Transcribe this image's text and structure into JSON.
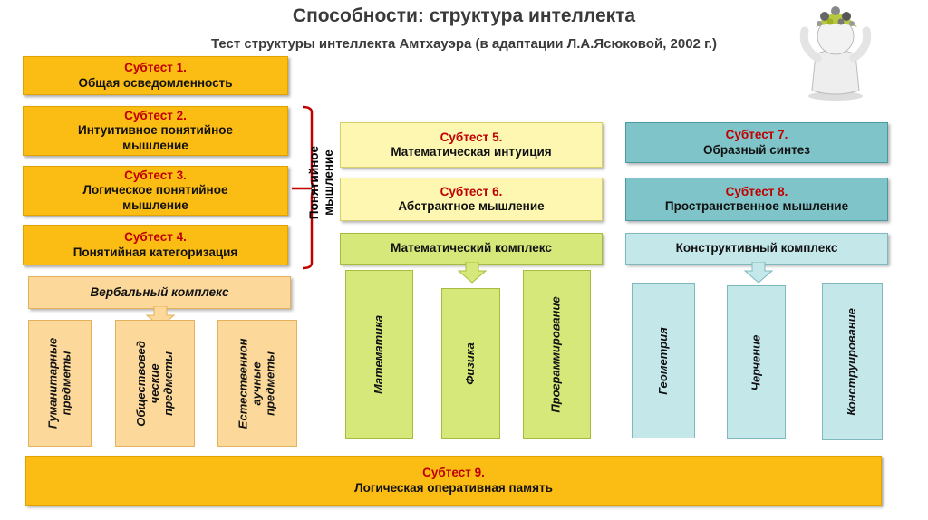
{
  "title": "Способности: структура интеллекта",
  "subtitle": "Тест структуры интеллекта Амтхауэра (в адаптации Л.А.Ясюковой, 2002 г.)",
  "subtests": {
    "s1": {
      "title": "Субтест 1.",
      "desc": "Общая осведомленность"
    },
    "s2": {
      "title": "Субтест 2.",
      "desc1": "Интуитивное понятийное",
      "desc2": "мышление"
    },
    "s3": {
      "title": "Субтест 3.",
      "desc1": "Логическое понятийное",
      "desc2": "мышление"
    },
    "s4": {
      "title": "Субтест 4.",
      "desc": "Понятийная категоризация"
    },
    "s5": {
      "title": "Субтест 5.",
      "desc": "Математическая интуиция"
    },
    "s6": {
      "title": "Субтест 6.",
      "desc": "Абстрактное мышление"
    },
    "s7": {
      "title": "Субтест 7.",
      "desc": "Образный синтез"
    },
    "s8": {
      "title": "Субтест 8.",
      "desc": "Пространственное мышление"
    },
    "s9": {
      "title": "Субтест 9.",
      "desc": "Логическая оперативная память"
    }
  },
  "bracket_label": {
    "line1": "Понятийное",
    "line2": "мышление"
  },
  "complexes": {
    "verbal": "Вербальный комплекс",
    "math": "Математический комплекс",
    "constructive": "Конструктивный комплекс"
  },
  "verbal_subjects": [
    {
      "line1": "Гуманитарные",
      "line2": "предметы",
      "line3": ""
    },
    {
      "line1": "Обществовед",
      "line2": "ческие",
      "line3": "предметы"
    },
    {
      "line1": "Естественнон",
      "line2": "аучные",
      "line3": "предметы"
    }
  ],
  "math_subjects": [
    "Математика",
    "Физика",
    "Программирование"
  ],
  "constructive_subjects": [
    "Геометрия",
    "Черчение",
    "Конструирование"
  ],
  "colors": {
    "subtest_title": "#c00000",
    "gold": "#fbbd14",
    "pale_yellow": "#fdf7b2",
    "lime": "#d6e879",
    "teal": "#7fc4c8",
    "teal_light": "#c4e7ea",
    "peach": "#fcd99a",
    "bracket": "#c00000"
  },
  "icons": {
    "illustration": "thinking-person-with-gears-icon"
  }
}
